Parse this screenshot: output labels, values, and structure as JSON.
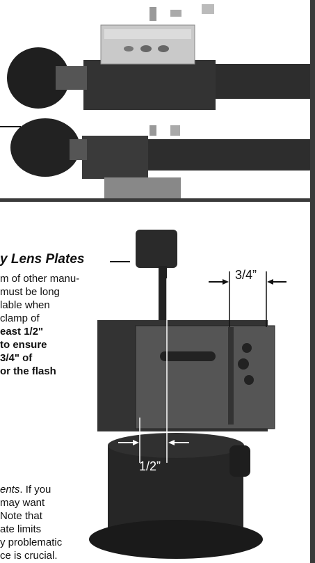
{
  "section": {
    "heading": "y Lens Plates"
  },
  "body_text": {
    "lines": [
      {
        "text": "m of other manu-",
        "style": "normal"
      },
      {
        "text": "must be long",
        "style": "normal"
      },
      {
        "text": "lable when",
        "style": "normal"
      },
      {
        "text": "clamp of",
        "style": "normal"
      },
      {
        "text": "east 1/2\"",
        "style": "bold"
      },
      {
        "text": "to ensure",
        "style": "bold"
      },
      {
        "text": "3/4\" of",
        "style": "bold"
      },
      {
        "text": "or the flash",
        "style": "bold"
      }
    ],
    "lines2": [
      {
        "text": "ents. If you",
        "italic_part": "ents",
        "rest": ". If you"
      },
      {
        "text": "may want",
        "italic_part": "",
        "rest": "may want"
      },
      {
        "text": "Note that",
        "italic_part": "",
        "rest": "Note that"
      },
      {
        "text": "ate limits",
        "italic_part": "",
        "rest": "ate limits"
      },
      {
        "text": "y problematic",
        "italic_part": "",
        "rest": "y problematic"
      },
      {
        "text": "ce is crucial.",
        "italic_part": "",
        "rest": "ce is crucial."
      }
    ]
  },
  "dimensions": {
    "top": "3/4”",
    "bottom": "1/2”"
  },
  "colors": {
    "frame": "#3a3a3a",
    "metal_dark": "#2b2b2b",
    "metal_light": "#bdbdbd"
  }
}
